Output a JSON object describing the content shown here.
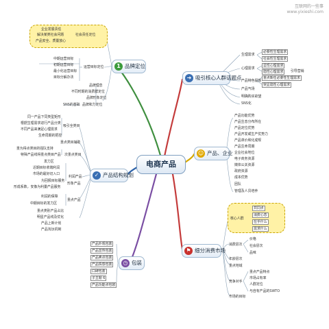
{
  "watermark": [
    "互联网的一些事",
    "www.yixieshi.com"
  ],
  "center": "电商产品",
  "branches": {
    "brand": {
      "label": "品牌定位",
      "clouds": {
        "responsibility": {
          "items": [
            "企业发展责任",
            "解决某类社会问题",
            "产品安全、质量放心"
          ],
          "parent": "社会责任定位"
        }
      },
      "target_user": {
        "items": [
          "中期运营目标",
          "初期运营目标",
          "最小化运营目标",
          "目标分解办法"
        ],
        "parent": "运营目标定位"
      },
      "concept": {
        "items": [
          "品牌理念",
          "不同时期的消费群定位",
          "品牌形象定位"
        ]
      },
      "sns": {
        "leaf": "SNS的基础",
        "parent": "品牌和力定位"
      }
    },
    "core_user": {
      "label": "吸引核心人群话题点",
      "groups": [
        {
          "parent": "生理需求",
          "items": [
            "必要性生理需求",
            "社会性生理需求"
          ]
        },
        {
          "parent": "心理需求",
          "items": [
            "显性心理需求",
            "隐性心理需求"
          ],
          "extra": "引导营销"
        },
        {
          "parent": "产品特色提炼",
          "items": [
            "重点新任必要性生理需求",
            "突显隐性心理需求"
          ]
        }
      ],
      "singles": [
        "产品气场",
        "明确购买欲望",
        "SNS化"
      ]
    },
    "enterprise": {
      "label": "产品、企业",
      "items": [
        "产品功能优势",
        "产品生态分布所在",
        "产品定位优势",
        "产品开发或生产优势力",
        "产品单价和化成规",
        "产品生命周期",
        "企业社会地位",
        "电子商务资源",
        "媒体公关资源",
        "政府资源",
        "成本优势",
        "团队",
        "管理及人员培养"
      ]
    },
    "consumer": {
      "label": "细分消费市场",
      "core_people": {
        "parent": "核心人群",
        "items": [
          "共同点",
          "消费心态",
          "在乎什么",
          "需求什么"
        ]
      },
      "consume_level": {
        "parent": "消费层次",
        "items": [
          "价格",
          "社会层次",
          "品味"
        ]
      },
      "age": "年龄层次",
      "region": "重点地域",
      "competitor": {
        "parent": "竞争对手",
        "items": [
          "重点产品特点",
          "市场占有率",
          "人群定位",
          "与自有产品的SWTO"
        ]
      },
      "plan": "市场的目标"
    },
    "structure": {
      "label": "产品结构规划",
      "groups": [
        {
          "parent": "吸引全类目",
          "items": [
            "同一产品下同类型矩形",
            "根据生理需求进行产品分类",
            "不同产品来满足心理需求",
            "生命周期的把控"
          ]
        },
        {
          "parent": "重点类目辅助",
          "items": []
        },
        {
          "parent": "次重点类目",
          "items": [
            "重为得点类目的强队支持",
            "特殊产品线得重点类目产品"
          ]
        },
        {
          "parent": "利润产品",
          "items": [
            "发力区",
            "近期目标收端利润",
            "市场的最好切入口",
            "为回报目标服务"
          ]
        },
        {
          "parent": "形象产品",
          "items": [
            "形成系数，安像为利量产品服务"
          ]
        },
        {
          "parent": "重点产品",
          "items": [
            "利润的保障",
            "中期目标的发力区"
          ]
        },
        {
          "parent": "",
          "items": [
            "重点类别产品占比",
            "明星产品线及优化",
            "产品上新计划",
            "产品淘汰机制"
          ]
        }
      ]
    },
    "package": {
      "label": "包装",
      "items": [
        "产品外观包装",
        "产品宣传包装",
        "产品卖点包装",
        "产品情感包装",
        "口碑包装",
        "子主题 6",
        "产品功能点包装"
      ]
    }
  }
}
